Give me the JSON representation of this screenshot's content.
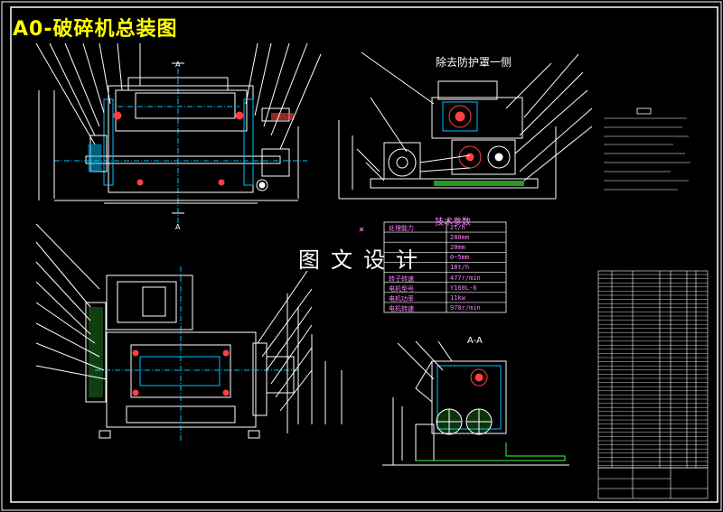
{
  "drawing": {
    "title": "A0-破碎机总装图",
    "watermark": "图文设计",
    "side_view_label": "除去防护罩一侧",
    "section_label": "A-A",
    "cut_mark_top": "A",
    "cut_mark_bottom": "A"
  },
  "tech_params": {
    "title": "技术参数",
    "rows": [
      {
        "name": "处理能力",
        "value": "2t/h"
      },
      {
        "name": "",
        "value": "280mm"
      },
      {
        "name": "",
        "value": "20mm"
      },
      {
        "name": "",
        "value": "0~5mm"
      },
      {
        "name": "",
        "value": "18t/h"
      },
      {
        "name": "转子转速",
        "value": "477r/min"
      },
      {
        "name": "电机型号",
        "value": "Y160L-6"
      },
      {
        "name": "电机功率",
        "value": "11kw"
      },
      {
        "name": "电机转速",
        "value": "970r/min"
      }
    ]
  },
  "colors": {
    "background": "#000000",
    "line": "#ffffff",
    "title": "#ffff00",
    "part": "#ff4040",
    "table_text": "#ff80ff",
    "center_line": "#00c0ff",
    "hatch": "#40ff40"
  }
}
